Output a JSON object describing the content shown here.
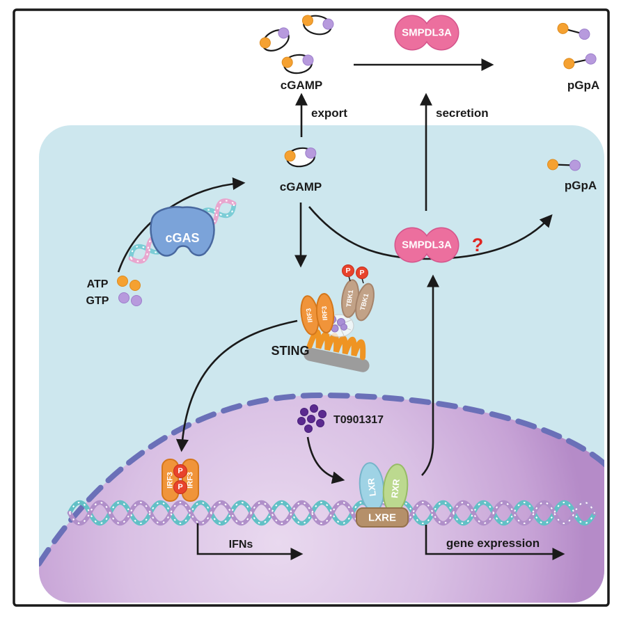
{
  "extracellular": {
    "cgamp_label": "cGAMP",
    "smpdl3a_label": "SMPDL3A",
    "pgpa_label": "pGpA",
    "export_label": "export",
    "secretion_label": "secretion"
  },
  "cytoplasm": {
    "cgamp_label": "cGAMP",
    "atp_label": "ATP",
    "gtp_label": "GTP",
    "cgas_label": "cGAS",
    "sting_label": "STING",
    "irf3_label": "IRF3",
    "tbk1_label": "TBK1",
    "phospho_label": "P",
    "smpdl3a_label": "SMPDL3A",
    "question_label": "?",
    "pgpa_label": "pGpA"
  },
  "nucleus": {
    "irf3_label": "IRF3",
    "phospho_label": "P",
    "ifns_label": "IFNs",
    "t0901317_label": "T0901317",
    "lxr_label": "LXR",
    "rxr_label": "RXR",
    "lxre_label": "LXRE",
    "gene_expression_label": "gene expression"
  },
  "colors": {
    "frame_black": "#1a1a1a",
    "cell_cytoplasm": "#cde7ee",
    "nucleus_fill": "#c9a7d8",
    "nuclear_envelope": "#6a70b8",
    "atp_orange": "#f5a131",
    "gtp_purple": "#b79add",
    "smpdl3a_pink": "#ec6f9e",
    "cgas_blue": "#7ba3d9",
    "irf3_orange": "#f0943a",
    "tbk1_tan": "#c2a287",
    "phospho_red": "#e8432c",
    "lxr_blue": "#9fd3e5",
    "rxr_green": "#bcd98f",
    "lxre_brown": "#b5906a",
    "t0901317_purple": "#5b2a8f",
    "dna_teal": "#62c0c6",
    "dna_purple": "#b08fc9",
    "question_red": "#e0241f",
    "sting_membrane_orange": "#ef9423",
    "sting_base_gray": "#9c9c9c"
  }
}
